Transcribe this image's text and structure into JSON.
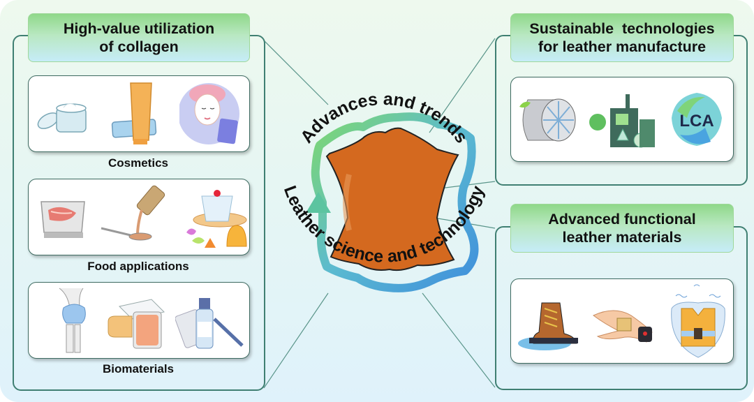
{
  "center": {
    "top_arc_text": "Advances and trends",
    "bottom_arc_text": "Leather science and technology",
    "leather_color": "#d4691f",
    "ring_colors": [
      "#7ed86f",
      "#47a3db"
    ]
  },
  "panels": {
    "collagen": {
      "title_line1": "High-value utilization",
      "title_line2": "of collagen",
      "groups": [
        {
          "caption": "Cosmetics",
          "icons": [
            "cream-jar-icon",
            "cream-tube-icon",
            "face-mask-icon"
          ]
        },
        {
          "caption": "Food applications",
          "icons": [
            "meat-tray-icon",
            "syrup-spoon-icon",
            "jelly-dessert-icon"
          ]
        },
        {
          "caption": "Biomaterials",
          "icons": [
            "knee-joint-icon",
            "wound-dressing-icon",
            "medicine-vial-icon"
          ]
        }
      ]
    },
    "sustainable": {
      "title_line1": "Sustainable  technologies",
      "title_line2": "for leather manufacture",
      "icons": [
        "tanning-drum-icon",
        "green-factory-icon",
        "lca-logo-icon"
      ],
      "lca_label": "LCA"
    },
    "functional": {
      "title_line1": "Advanced functional",
      "title_line2": "leather materials",
      "icons": [
        "waterproof-boot-icon",
        "wearable-sensor-icon",
        "thermal-vest-icon"
      ]
    }
  },
  "colors": {
    "frame": "#3f7f72",
    "title_green": "#8fd889",
    "title_blue": "#c6ecf8"
  }
}
